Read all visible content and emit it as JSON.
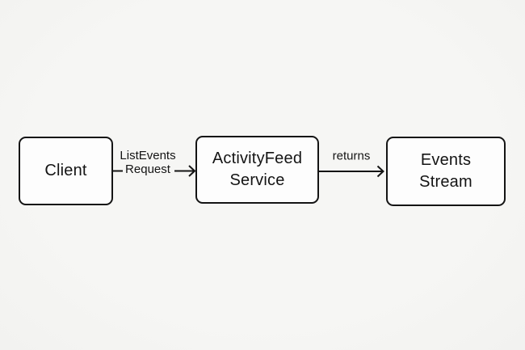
{
  "diagram": {
    "colors": {
      "background": "#f5f5f3",
      "node_fill": "#fdfdfd",
      "stroke": "#141414",
      "text": "#141414"
    },
    "nodes": [
      {
        "id": "client",
        "label": "Client"
      },
      {
        "id": "activityfeed-service",
        "label": "ActivityFeed Service"
      },
      {
        "id": "events-stream",
        "label": "Events Stream"
      }
    ],
    "edges": [
      {
        "from": "client",
        "to": "activityfeed-service",
        "label": "ListEvents\nRequest"
      },
      {
        "from": "activityfeed-service",
        "to": "events-stream",
        "label": "returns"
      }
    ]
  }
}
